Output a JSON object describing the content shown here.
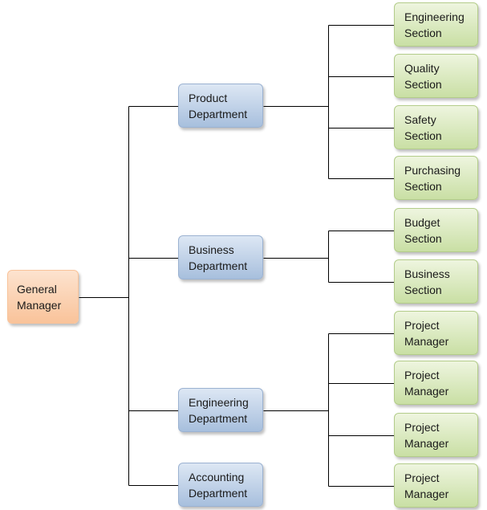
{
  "root": {
    "id": "general-manager",
    "label": "General\nManager"
  },
  "departments": [
    {
      "id": "product-department",
      "label": "Product\nDepartment",
      "children": [
        {
          "id": "engineering-section",
          "label": "Engineering\nSection"
        },
        {
          "id": "quality-section",
          "label": "Quality\nSection"
        },
        {
          "id": "safety-section",
          "label": "Safety\nSection"
        },
        {
          "id": "purchasing-section",
          "label": "Purchasing\nSection"
        }
      ]
    },
    {
      "id": "business-department",
      "label": "Business\nDepartment",
      "children": [
        {
          "id": "budget-section",
          "label": "Budget\nSection"
        },
        {
          "id": "business-section",
          "label": "Business\nSection"
        }
      ]
    },
    {
      "id": "engineering-department",
      "label": "Engineering\nDepartment",
      "children": [
        {
          "id": "project-manager-1",
          "label": "Project\nManager"
        },
        {
          "id": "project-manager-2",
          "label": "Project\nManager"
        },
        {
          "id": "project-manager-3",
          "label": "Project\nManager"
        },
        {
          "id": "project-manager-4",
          "label": "Project\nManager"
        }
      ]
    },
    {
      "id": "accounting-department",
      "label": "Accounting\nDepartment",
      "children": []
    }
  ],
  "colors": {
    "root_fill": "#f9c39a",
    "department_fill": "#a7bfdd",
    "section_fill": "#c9dfa4",
    "connector": "#000000"
  }
}
